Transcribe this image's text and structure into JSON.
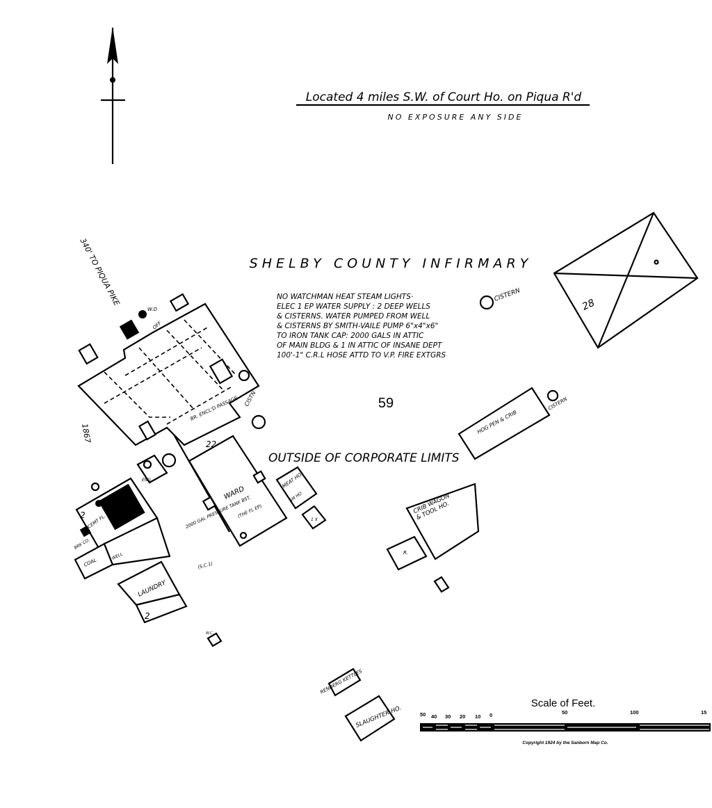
{
  "header": {
    "location": "Located 4 miles S.W. of Court Ho. on Piqua R'd",
    "exposure": "NO EXPOSURE ANY SIDE"
  },
  "title": "SHELBY COUNTY INFIRMARY",
  "sheet_number": "59",
  "notes": [
    "NO WATCHMAN HEAT STEAM LIGHTS·",
    "ELEC 1 EP WATER SUPPLY : 2 DEEP WELLS",
    "& CISTERNS. WATER PUMPED FROM WELL",
    "& CISTERNS BY SMITH-VAILE PUMP 6\"x4\"x6\"",
    "TO IRON TANK CAP: 2000 GALS IN ATTIC",
    "OF MAIN BLDG & 1 IN ATTIC OF INSANE DEPT",
    "100'-1\" C.R.L HOSE ATTD TO V.P. FIRE EXTGRS"
  ],
  "road_label": "340' TO PIQUA PIKE",
  "limits_label": "OUTSIDE OF CORPORATE LIMITS",
  "labels": {
    "cistern_1": "CISTERN",
    "cistern_2": "CISTERN",
    "cistern_3": "CISTN",
    "year": "1867",
    "wd": "W.D",
    "block_28": "28",
    "ward": "WARD",
    "ward_num": "22",
    "fire_escape": "(THE FL EP)",
    "tank": "2000 GAL PRESSURE TANK BST.",
    "sc": "(S.C.1)",
    "meat_ho": "MEAT HO.",
    "smoke_ho": "SM HO",
    "one_x": "1 X",
    "cement_fl": "CEMT FL.",
    "brk_co": "BRK CO.",
    "coal": "COAL",
    "well": "WELL",
    "laundry": "LAUNDRY",
    "laundry_num": "2",
    "boiler_num": "2",
    "engine": "ENG.",
    "hog_pen": "HOG PEN & CRIB",
    "crib": "CRIB WAGON & TOOL HO.",
    "r": "R.",
    "wc": "W.C.",
    "rendering": "RENDERG KETTLES",
    "slaughter": "SLAUGHTER HO.",
    "passage": "BR. ENCL'D PASSAGE",
    "office": "OFF"
  },
  "scale": {
    "title": "Scale of Feet.",
    "ticks": [
      "50",
      "40",
      "30",
      "20",
      "10",
      "0",
      "50",
      "100",
      "15"
    ],
    "copyright": "Copyright 1924 by the Sanborn Map Co."
  }
}
